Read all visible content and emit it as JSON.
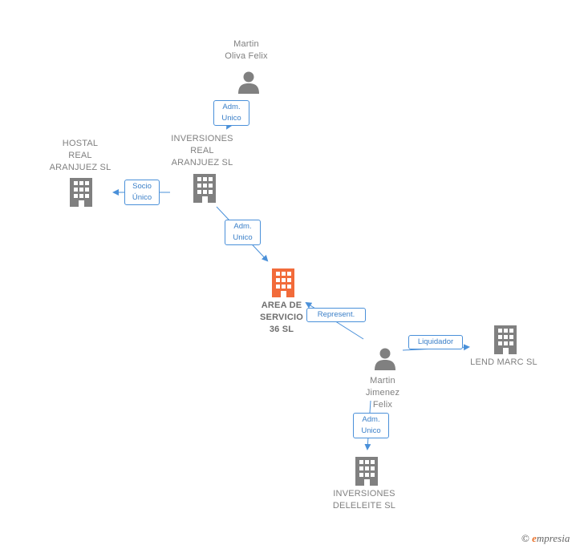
{
  "nodes": {
    "martin_oliva": {
      "label": [
        "Martin",
        "Oliva Felix"
      ],
      "icon": "person-icon"
    },
    "inversiones_real": {
      "label": [
        "INVERSIONES",
        "REAL",
        "ARANJUEZ SL"
      ],
      "icon": "building-icon"
    },
    "hostal_real": {
      "label": [
        "HOSTAL",
        "REAL",
        "ARANJUEZ  SL"
      ],
      "icon": "building-icon"
    },
    "area_servicio": {
      "label": [
        "AREA DE",
        "SERVICIO",
        "36  SL"
      ],
      "icon": "building-icon-highlight"
    },
    "martin_jimenez": {
      "label": [
        "Martin",
        "Jimenez",
        "Felix"
      ],
      "icon": "person-icon"
    },
    "lend_marc": {
      "label": [
        "LEND MARC SL"
      ],
      "icon": "building-icon"
    },
    "inversiones_deleleite": {
      "label": [
        "INVERSIONES",
        "DELELEITE SL"
      ],
      "icon": "building-icon"
    }
  },
  "edges": {
    "adm_unico_1": [
      "Adm.",
      "Unico"
    ],
    "socio_unico": [
      "Socio",
      "Único"
    ],
    "adm_unico_2": [
      "Adm.",
      "Unico"
    ],
    "represent": [
      "Represent."
    ],
    "liquidador": [
      "Liquidador"
    ],
    "adm_unico_3": [
      "Adm.",
      "Unico"
    ]
  },
  "colors": {
    "edge": "#4a90d9",
    "node_gray": "#808080",
    "highlight": "#f26b3a"
  },
  "brand": {
    "copyright": "©",
    "e": "e",
    "name": "mpresia"
  }
}
